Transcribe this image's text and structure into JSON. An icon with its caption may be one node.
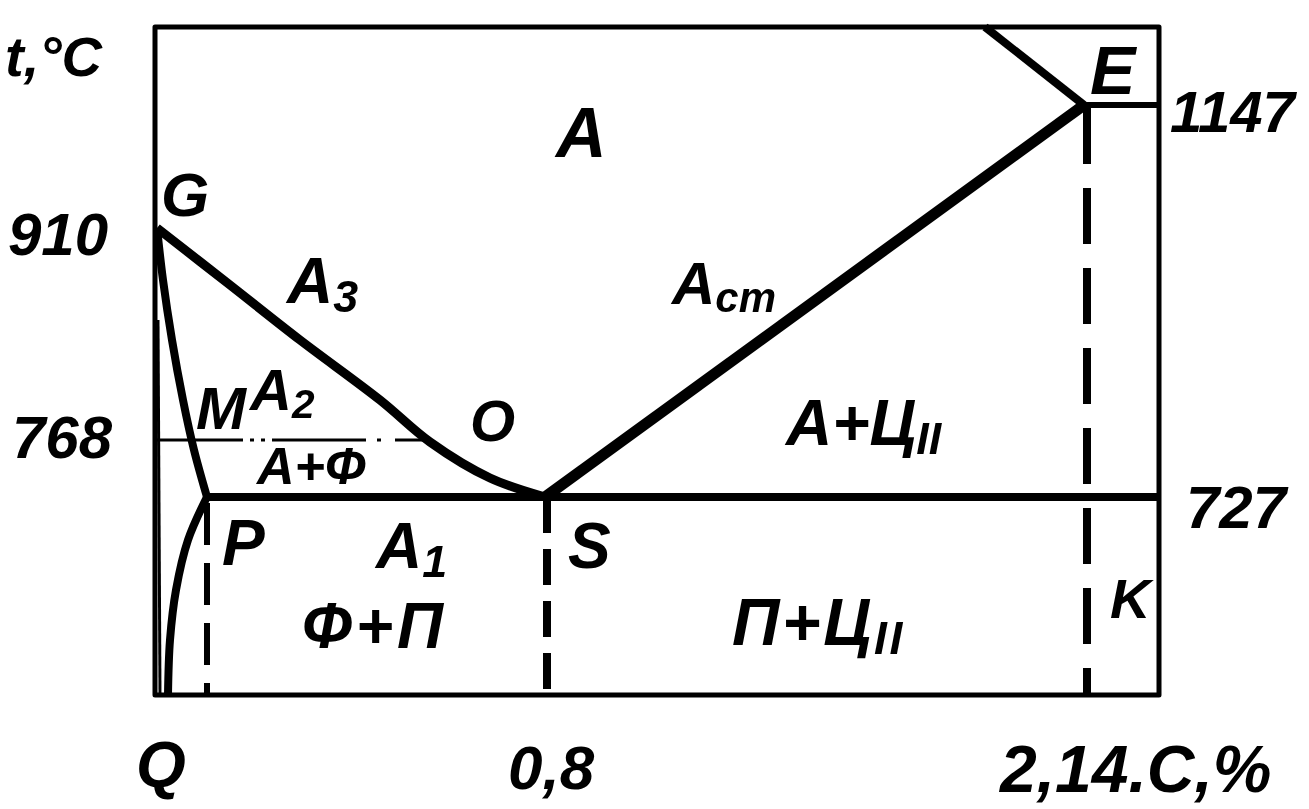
{
  "diagram": {
    "labels": [
      "t,°C",
      "E",
      "1147",
      "А",
      "G",
      "910",
      "А$_{3}$",
      "А$_{cm}$",
      "768",
      "M",
      "А$_{2}$",
      "O",
      "А+Ц$_{II}$",
      "А+Ф",
      "727",
      "P",
      "А$_{1}$",
      "S",
      "Ф+П",
      "П+Ц$_{II}$",
      "K",
      "Q",
      "0,8",
      "2,14.C,%"
    ]
  }
}
